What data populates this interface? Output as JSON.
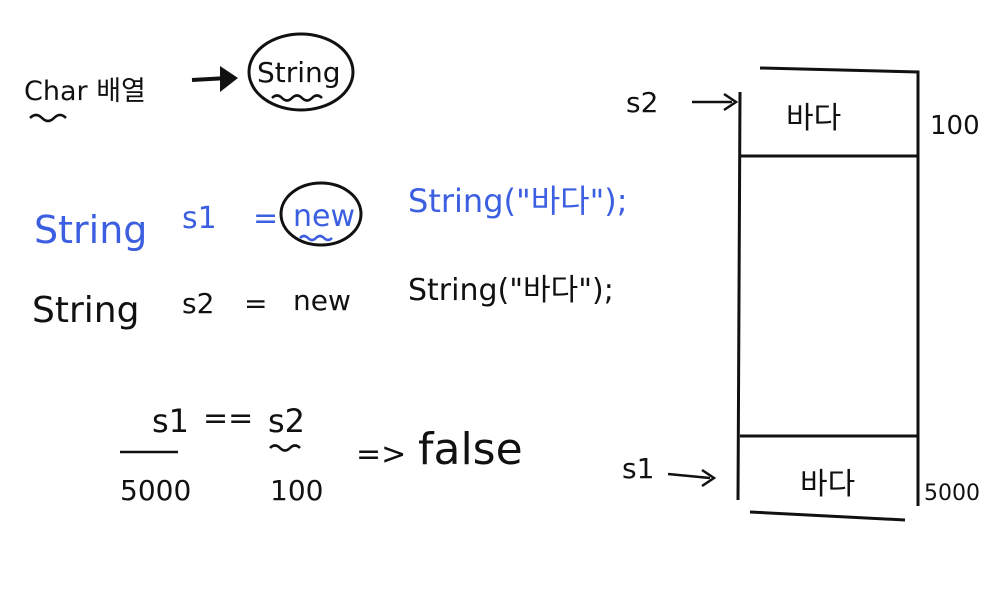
{
  "colors": {
    "ink": "#111111",
    "blue_ink": "#3b5fe0",
    "background": "#ffffff"
  },
  "top_note": {
    "left_label": "Char 배열",
    "circled_word": "String"
  },
  "code_lines": [
    {
      "type_word": "String",
      "var_name": "s1",
      "equals": "=",
      "new_keyword": "new",
      "ctor": "String(\"바다\");",
      "ink": "blue"
    },
    {
      "type_word": "String",
      "var_name": "s2",
      "equals": "=",
      "new_keyword": "new",
      "ctor": "String(\"바다\");",
      "ink": "black"
    }
  ],
  "comparison": {
    "left_operand": "s1",
    "operator": "==",
    "right_operand": "s2",
    "left_address": "5000",
    "right_address": "100",
    "result_arrow": "=>",
    "result": "false"
  },
  "memory": {
    "top_pointer_label": "s2",
    "top_cell_value": "바다",
    "top_address": "100",
    "bottom_pointer_label": "s1",
    "bottom_cell_value": "바다",
    "bottom_address": "5000"
  }
}
